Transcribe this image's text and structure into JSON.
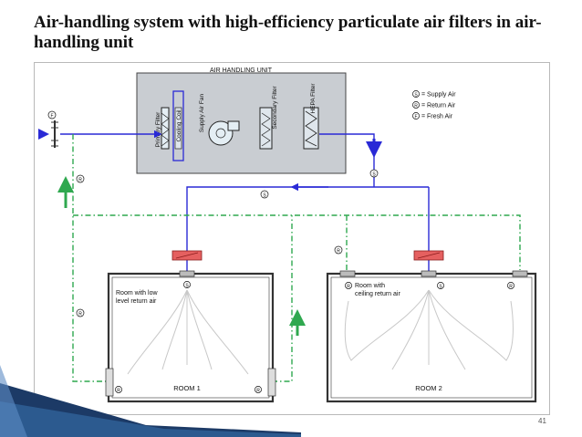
{
  "title": "Air-handling system with high-efficiency particulate air filters in air-handling unit",
  "ahu": {
    "label": "AIR HANDLING UNIT",
    "components": [
      "Primary Filter",
      "Cooling Coil",
      "Supply Air Fan",
      "Secondary Filter",
      "HEPA Filter"
    ]
  },
  "legend": [
    {
      "symbol": "S",
      "text": "= Supply Air"
    },
    {
      "symbol": "R",
      "text": "= Return Air"
    },
    {
      "symbol": "F",
      "text": "= Fresh Air"
    }
  ],
  "markers": {
    "supply": "S",
    "return": "R",
    "fresh": "F"
  },
  "room1": {
    "label": "ROOM 1",
    "note_line1": "Room with low",
    "note_line2": "level return air"
  },
  "room2": {
    "label": "ROOM 2",
    "note_line1": "Room with",
    "note_line2": "ceiling return air"
  },
  "page_number": "41",
  "colors": {
    "supply": "#2a2ad6",
    "return": "#2fa84f",
    "ahu_fill": "#c9cdd2",
    "heater": "#d94a4a",
    "accent": "#1c3a66"
  }
}
